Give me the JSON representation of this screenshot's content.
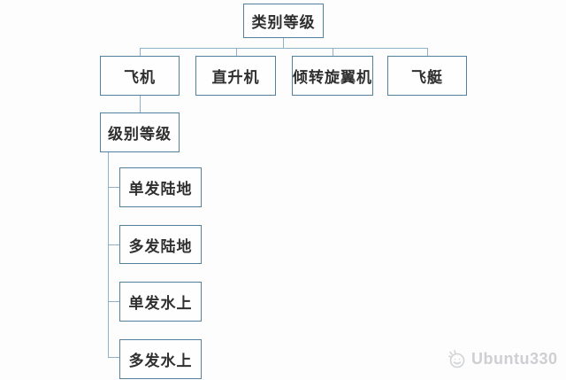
{
  "diagram": {
    "title_semantic": "aircraft-category-hierarchy",
    "root": {
      "label": "类别等级"
    },
    "level1": [
      {
        "label": "飞机"
      },
      {
        "label": "直升机"
      },
      {
        "label": "倾转旋翼机"
      },
      {
        "label": "飞艇"
      }
    ],
    "level2": {
      "label": "级别等级"
    },
    "level3": [
      {
        "label": "单发陆地"
      },
      {
        "label": "多发陆地"
      },
      {
        "label": "单发水上"
      },
      {
        "label": "多发水上"
      }
    ],
    "colors": {
      "box_border": "#53809c",
      "box_fill": "#fefefe",
      "connector": "#8fb3c4",
      "text": "#2f2f2f",
      "background": "#fdfdfd"
    }
  },
  "watermark": {
    "label": "Ubuntu330",
    "icon": "smiley-face-icon",
    "color": "#cfcfd3"
  }
}
